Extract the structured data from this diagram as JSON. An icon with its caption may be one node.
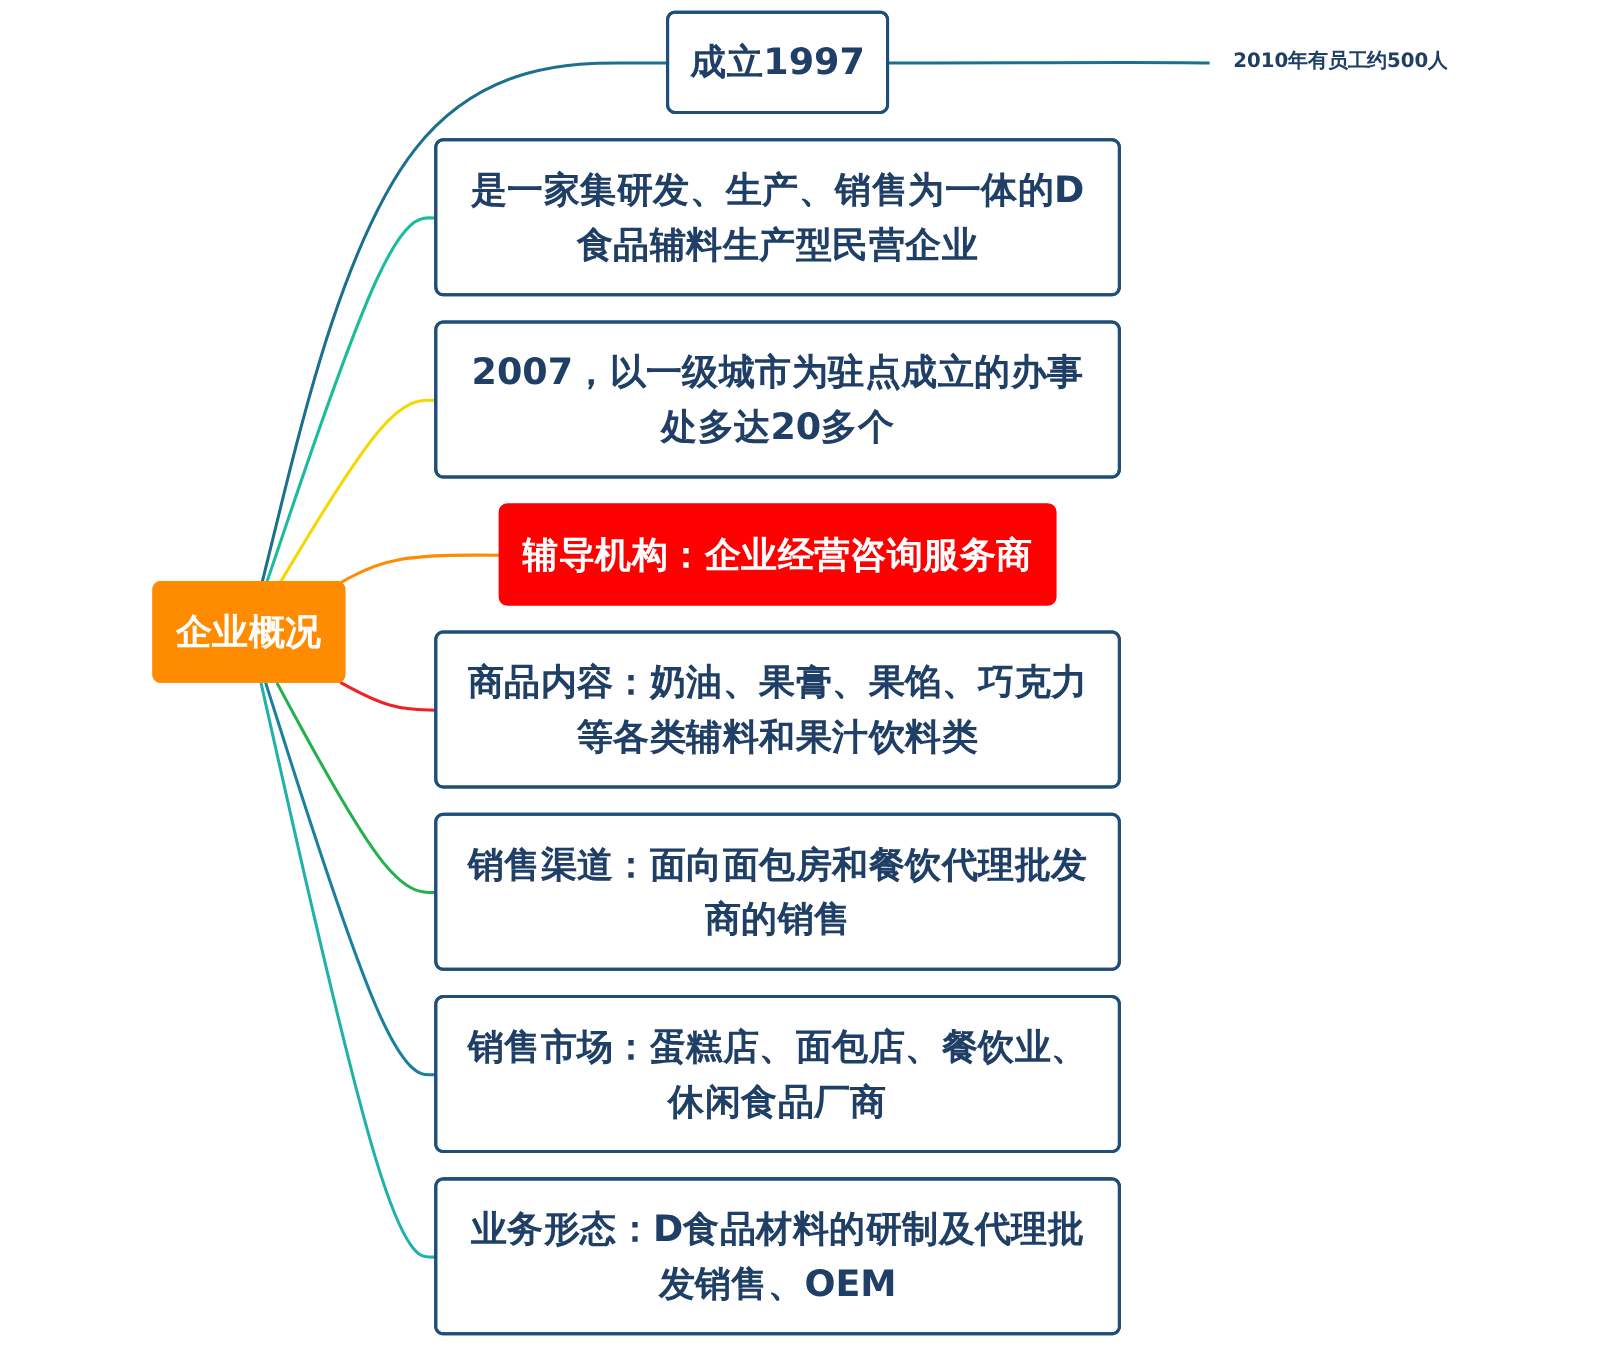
{
  "diagram": {
    "nodes": [
      {
        "text": [
          "企业概况"
        ]
      },
      {
        "text": [
          "成立1997"
        ]
      },
      {
        "text": [
          "2010年有员工约500人"
        ]
      },
      {
        "text": [
          "是一家集研发、生产、销售为一体的D食品辅料生产型民营企业"
        ]
      },
      {
        "text": [
          "2007，以一级城市为驻点成立的办事处多达20多个"
        ]
      },
      {
        "text": [
          "辅导机构：企业经营咨询服务商"
        ]
      },
      {
        "text": [
          "商品内容：奶油、果膏、果馅、巧克力等各类辅料和果汁饮料类"
        ]
      },
      {
        "text": [
          "销售渠道：面向面包房和餐饮代理批发商的销售"
        ]
      },
      {
        "text": [
          "销售市场：蛋糕店、面包店、餐饮业、休闲食品厂商"
        ]
      },
      {
        "text": [
          "业务形态：D食品材料的研制及代理批发销售、OEM"
        ]
      }
    ],
    "edges": [
      {
        "from": 0,
        "to": 1,
        "arrow": "none",
        "color": "#1b6f8f"
      },
      {
        "from": 1,
        "to": 2,
        "arrow": "none",
        "color": "#1b6f8f"
      },
      {
        "from": 0,
        "to": 3,
        "arrow": "none",
        "color": "#1abc9c"
      },
      {
        "from": 0,
        "to": 4,
        "arrow": "none",
        "color": "#f5d800"
      },
      {
        "from": 0,
        "to": 5,
        "arrow": "none",
        "color": "#ff8c00"
      },
      {
        "from": 0,
        "to": 6,
        "arrow": "none",
        "color": "#ee2222"
      },
      {
        "from": 0,
        "to": 7,
        "arrow": "none",
        "color": "#22b24c"
      },
      {
        "from": 0,
        "to": 8,
        "arrow": "none",
        "color": "#1a7fa0"
      },
      {
        "from": 0,
        "to": 9,
        "arrow": "none",
        "color": "#20b2aa"
      }
    ]
  }
}
